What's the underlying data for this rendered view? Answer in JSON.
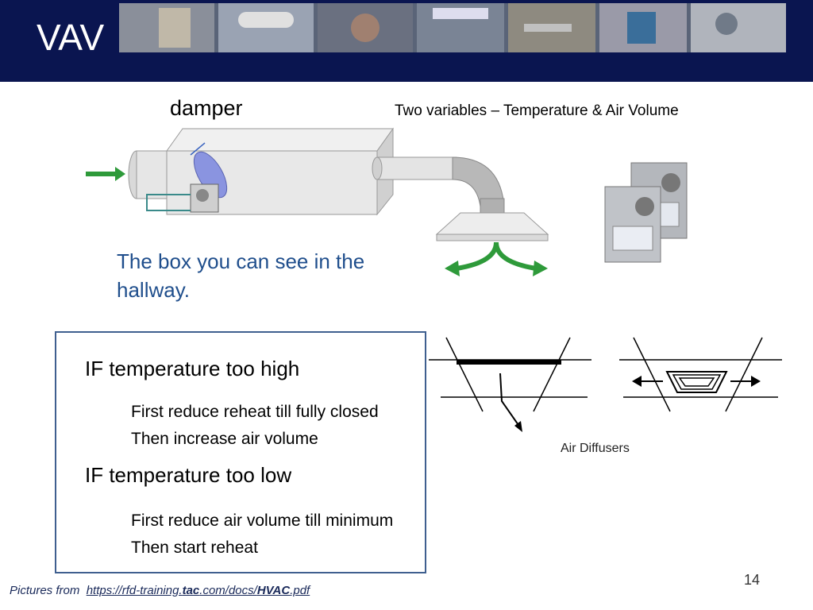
{
  "slide": {
    "title": "VAV",
    "page_number": "14"
  },
  "diagram": {
    "damper_label": "damper",
    "variables_label": "Two variables – Temperature & Air Volume",
    "hallway_text": "The box you can see in the hallway."
  },
  "rules": {
    "high": {
      "condition": "IF temperature too high",
      "step1": "First reduce reheat till fully closed",
      "step2": "Then increase air volume"
    },
    "low": {
      "condition": "IF temperature too low",
      "step1": "First reduce air volume till minimum",
      "step2": "Then start reheat"
    }
  },
  "diffusers": {
    "caption": "Air Diffusers"
  },
  "footer": {
    "prefix": "Pictures from",
    "link_part1": "https://rfd-training.",
    "link_part2": "tac",
    "link_part3": ".com/docs/",
    "link_part4": "HVAC",
    "link_part5": ".pdf"
  },
  "colors": {
    "banner": "#0a1550",
    "hallway_text": "#1f4e8c",
    "box_border": "#3f5f8f",
    "arrow_green": "#2e9a3a"
  },
  "icons": [
    "hvac-photo-strip",
    "vav-box-illustration",
    "airflow-arrow-icon",
    "controller-devices-image",
    "air-diffuser-diagram"
  ]
}
